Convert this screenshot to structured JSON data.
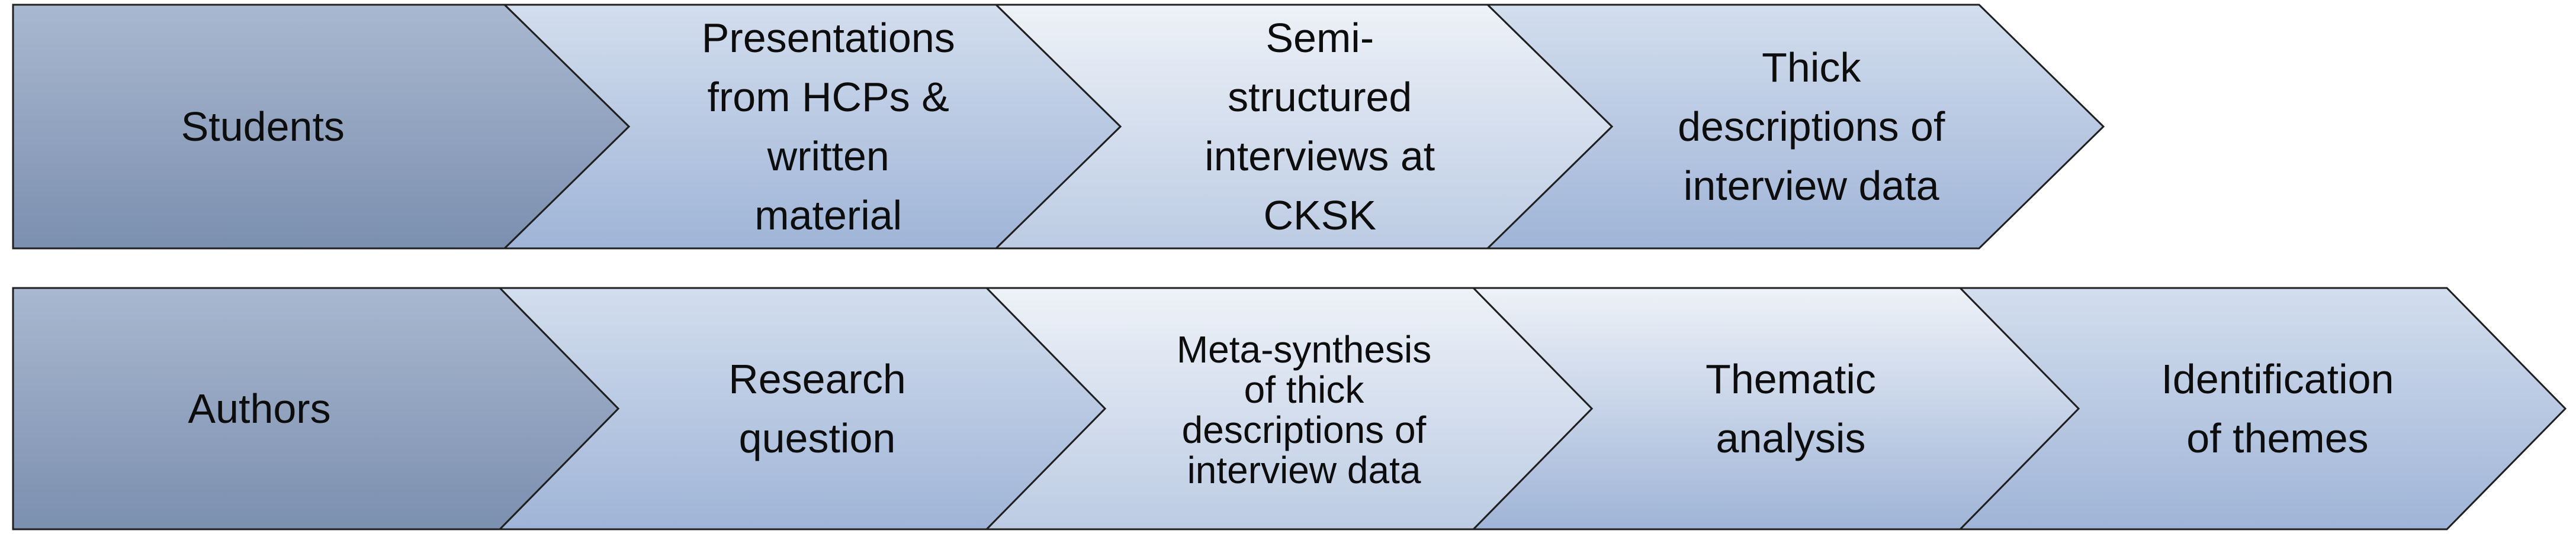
{
  "rows": [
    {
      "steps": [
        {
          "id": "students",
          "lines": [
            "Students"
          ],
          "gradient": "g-dark"
        },
        {
          "id": "presentations",
          "lines": [
            "Presentations",
            "from HCPs &",
            "written",
            "material"
          ],
          "gradient": "g-mid"
        },
        {
          "id": "semi-structured",
          "lines": [
            "Semi-",
            "structured",
            "interviews at",
            "CKSK"
          ],
          "gradient": "g-light"
        },
        {
          "id": "thick-descriptions",
          "lines": [
            "Thick",
            "descriptions of",
            "interview data"
          ],
          "gradient": "g-mid"
        }
      ]
    },
    {
      "steps": [
        {
          "id": "authors",
          "lines": [
            "Authors"
          ],
          "gradient": "g-dark"
        },
        {
          "id": "research-question",
          "lines": [
            "Research",
            "question"
          ],
          "gradient": "g-mid"
        },
        {
          "id": "meta-synthesis",
          "lines": [
            "Meta-synthesis",
            "of thick",
            "descriptions of",
            "interview data"
          ],
          "gradient": "g-light",
          "small": true
        },
        {
          "id": "thematic-analysis",
          "lines": [
            "Thematic",
            "analysis"
          ],
          "gradient": "g-light2"
        },
        {
          "id": "identification-of-themes",
          "lines": [
            "Identification",
            "of themes"
          ],
          "gradient": "g-mid"
        }
      ]
    }
  ],
  "colors": {
    "dark_top": "#a9b8d0",
    "dark_bottom": "#7b8faf",
    "mid_top": "#d3deee",
    "mid_bottom": "#9fb4d7",
    "light_top": "#eef2f8",
    "light_bottom": "#bccbe3",
    "stroke": "#1f1f1f"
  }
}
